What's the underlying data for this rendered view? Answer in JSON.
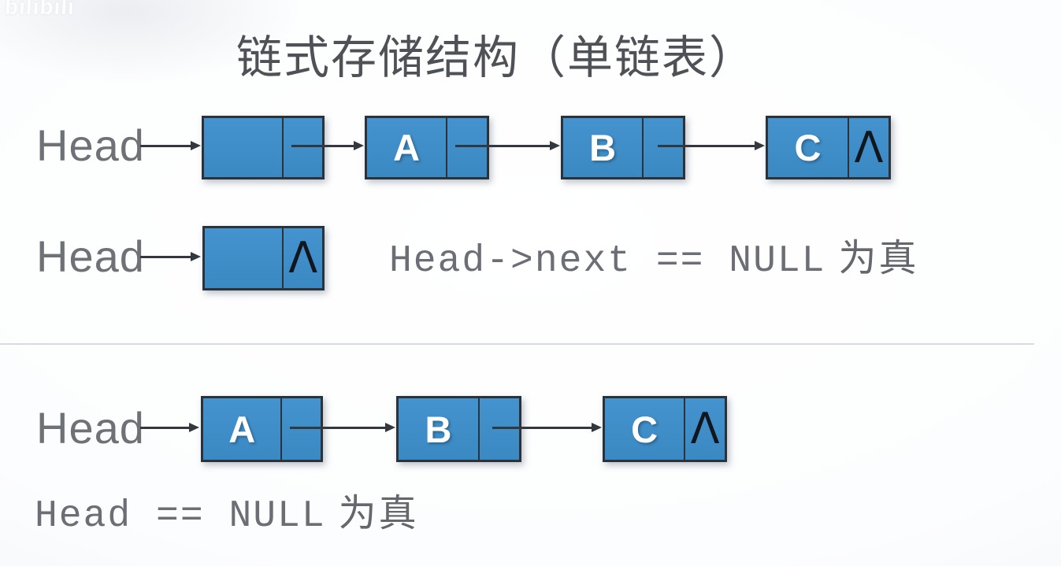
{
  "watermark": "bilibili",
  "title": "链式存储结构（单链表）",
  "row1": {
    "label": "Head",
    "nodes": [
      {
        "value": "",
        "next": ""
      },
      {
        "value": "A",
        "next": ""
      },
      {
        "value": "B",
        "next": ""
      },
      {
        "value": "C",
        "next": "Λ"
      }
    ]
  },
  "row2": {
    "label": "Head",
    "node": {
      "value": "",
      "next": "Λ"
    },
    "code": "Head->next == NULL",
    "suffix": "为真"
  },
  "row3": {
    "label": "Head",
    "nodes": [
      {
        "value": "A",
        "next": ""
      },
      {
        "value": "B",
        "next": ""
      },
      {
        "value": "C",
        "next": "Λ"
      }
    ]
  },
  "footer": {
    "code": "Head == NULL",
    "suffix": "为真"
  },
  "colors": {
    "node_fill": "#3f8ec9",
    "node_border": "#2b323a",
    "arrow": "#33383e",
    "label_gray": "#6e7175",
    "title_gray": "#4e5156",
    "code_gray": "#6b6f75"
  }
}
